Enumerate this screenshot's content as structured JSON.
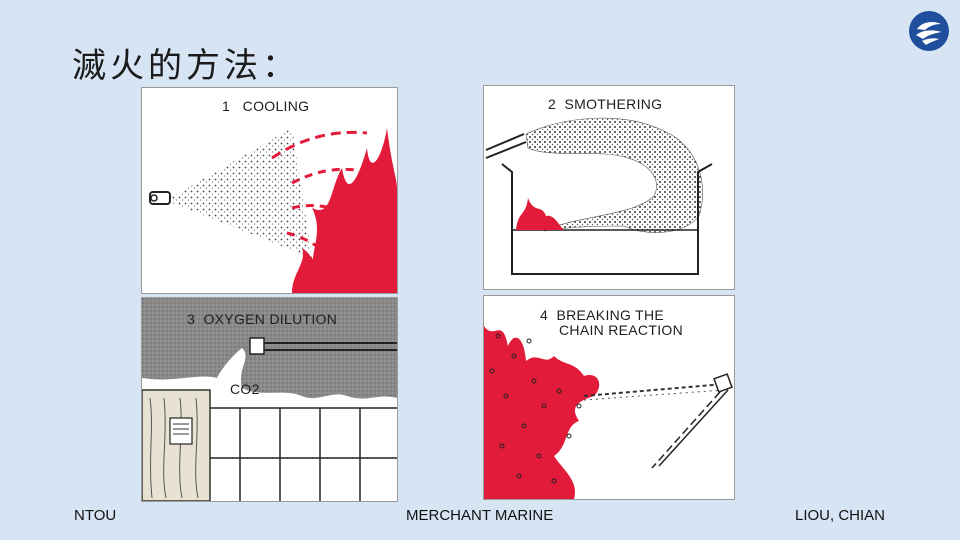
{
  "slide": {
    "title": "滅火的方法：",
    "colors": {
      "background": "#d6e4f4",
      "fire": "#e31b3a",
      "logo": "#1f4f9c"
    },
    "logo_icon": "school-emblem-icon"
  },
  "panels": [
    {
      "number": "1",
      "label": "COOLING"
    },
    {
      "number": "2",
      "label": "SMOTHERING"
    },
    {
      "number": "3",
      "label": "OXYGEN DILUTION",
      "annotation": "CO2"
    },
    {
      "number": "4",
      "label_line1": "BREAKING THE",
      "label_line2": "CHAIN REACTION"
    }
  ],
  "footer": {
    "left": "NTOU",
    "center": "MERCHANT MARINE",
    "right": "LIOU, CHIAN"
  }
}
